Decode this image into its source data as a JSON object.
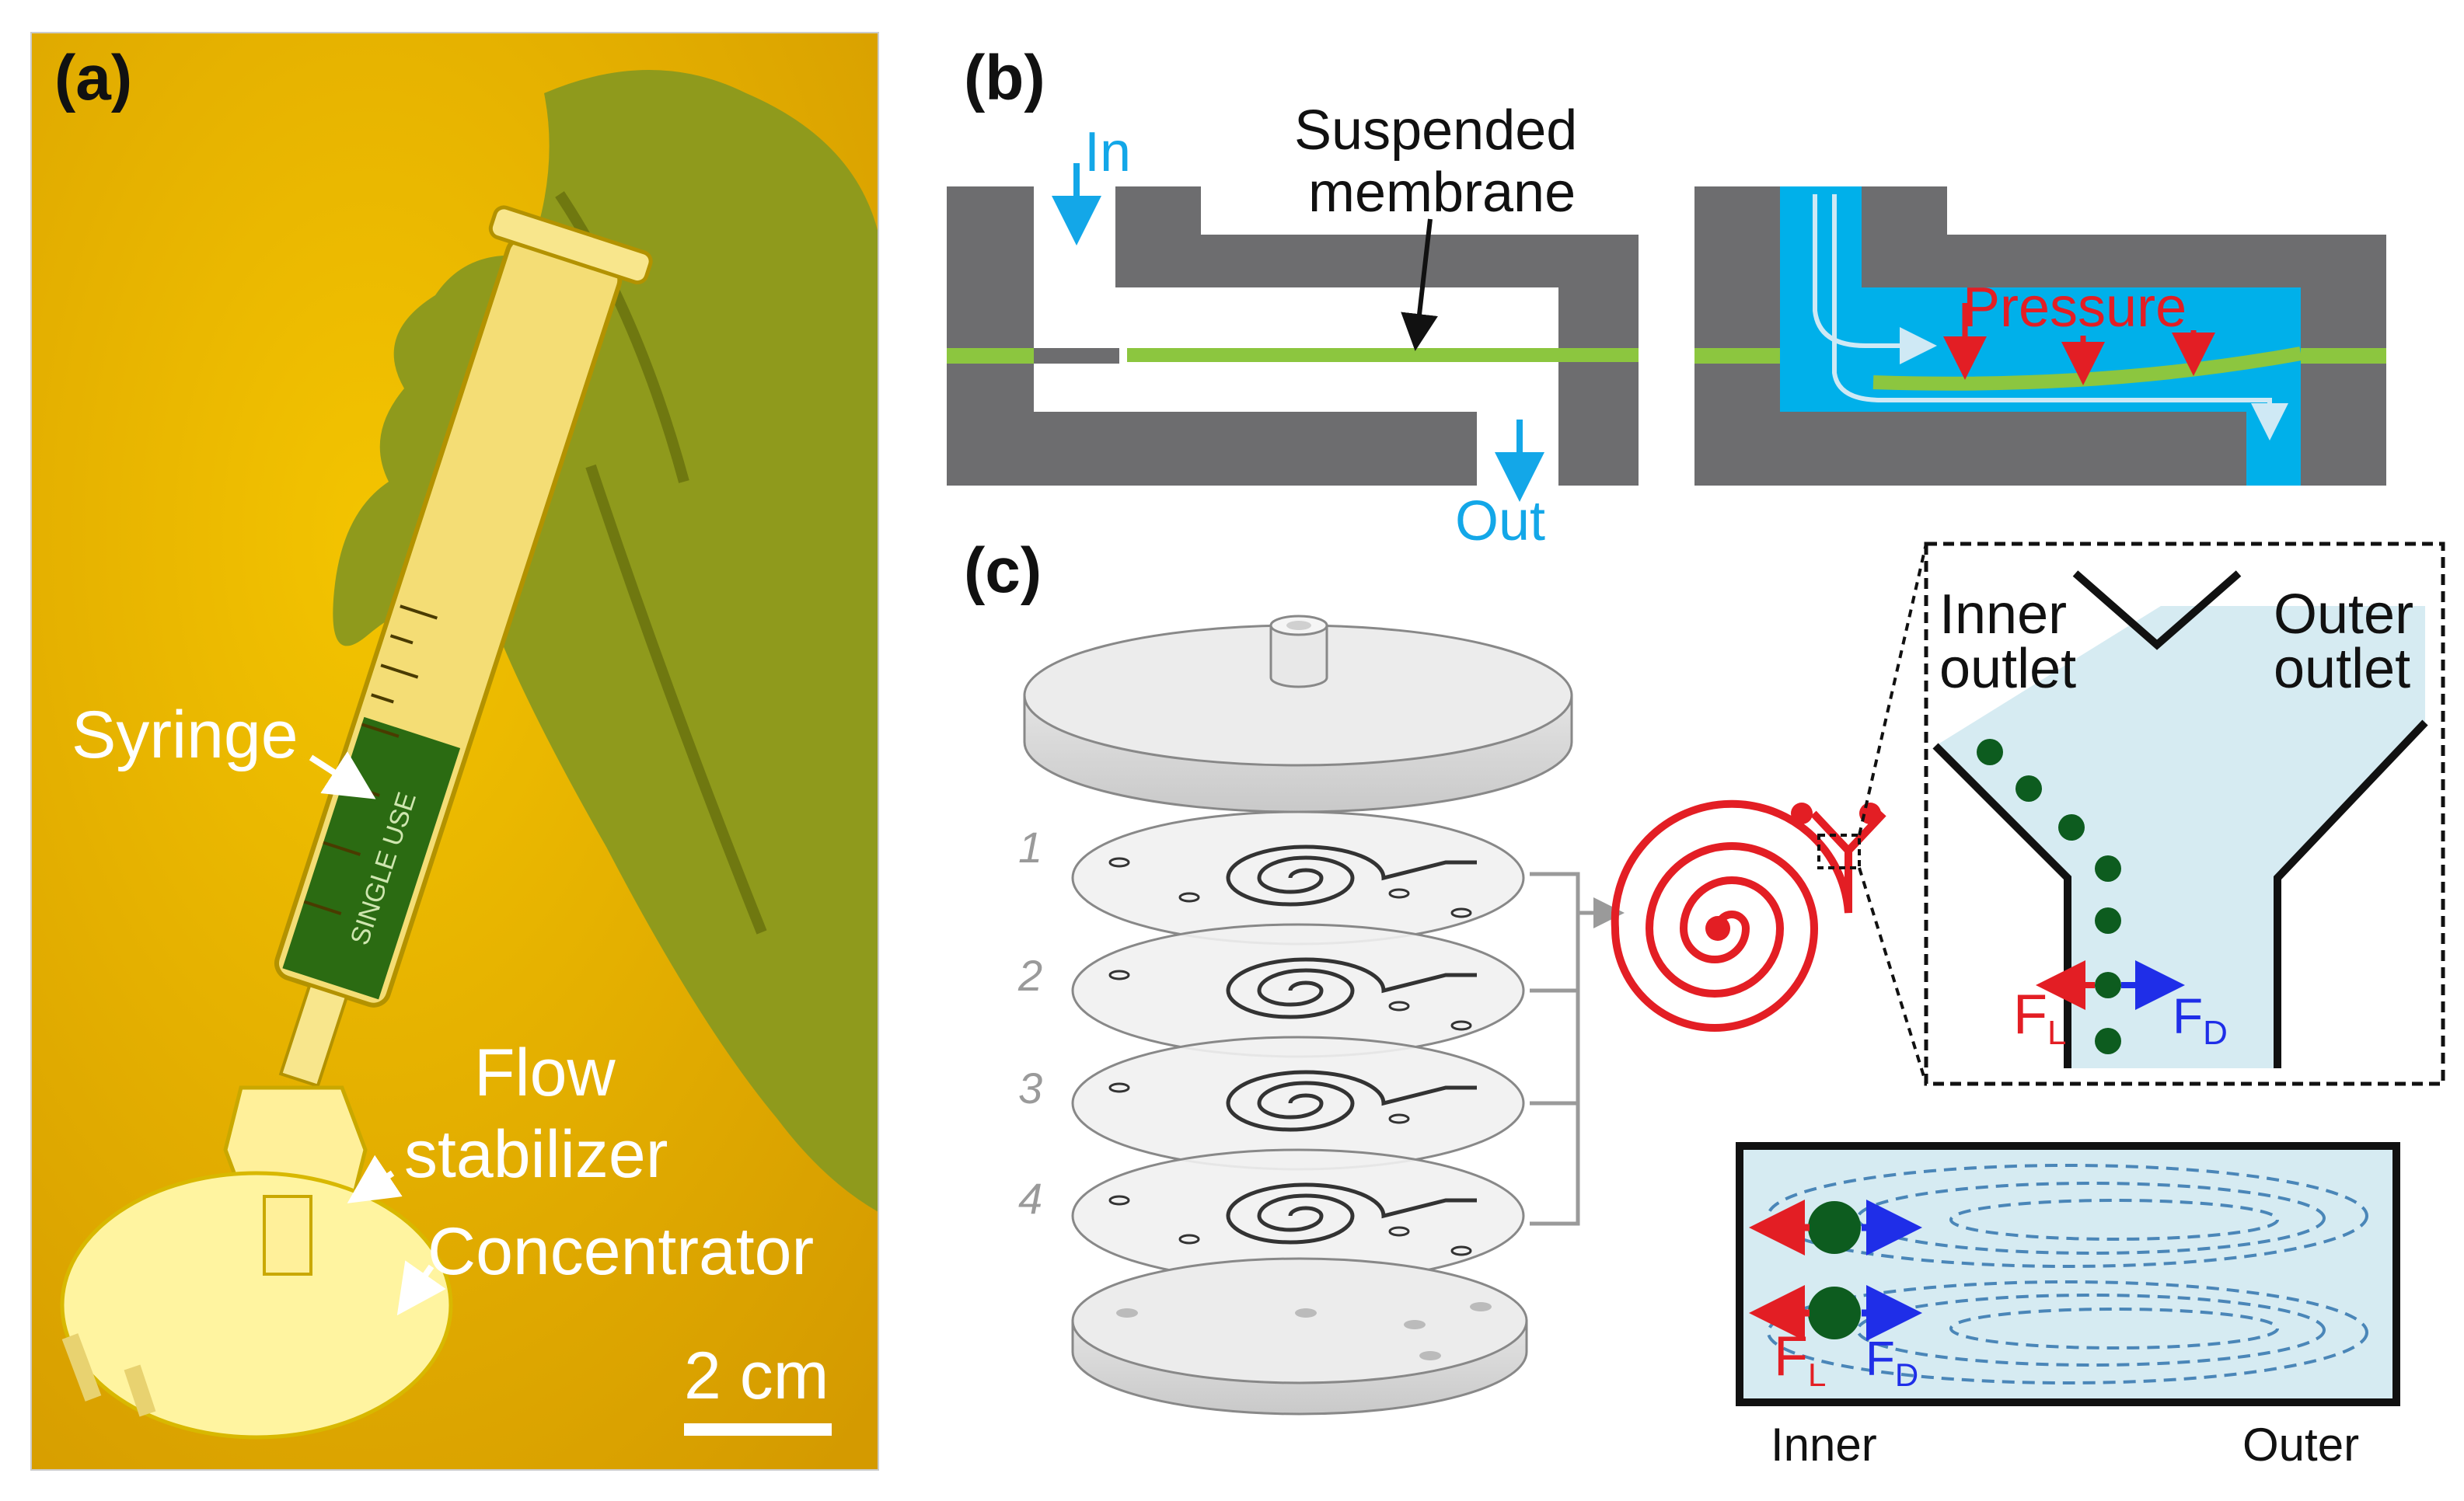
{
  "panels": {
    "a": {
      "letter": "(a)",
      "labels": {
        "syringe": "Syringe",
        "flow_line1": "Flow",
        "flow_line2": "stabilizer",
        "concentrator": "Concentrator",
        "scale_bar": "2 cm"
      },
      "syringe_print": "SINGLE USE",
      "colors": {
        "background": "#e8b400",
        "glove": "#8f9a1c",
        "liquid": "#2b6b12",
        "device": "#fff4a0"
      }
    },
    "b": {
      "letter": "(b)",
      "labels": {
        "inlet": "In",
        "outlet": "Out",
        "membrane_line1": "Suspended",
        "membrane_line2": "membrane",
        "pressure": "Pressure"
      },
      "colors": {
        "wall": "#6d6d6f",
        "membrane": "#8cc63f",
        "fluid": "#00b0ea",
        "arrow_blue": "#13a7e8",
        "arrow_red": "#e31e24"
      }
    },
    "c": {
      "letter": "(c)",
      "layer_numbers": [
        "1",
        "2",
        "3",
        "4"
      ],
      "zoom": {
        "inner_outlet_line1": "Inner",
        "inner_outlet_line2": "outlet",
        "outer_outlet_line1": "Outer",
        "outer_outlet_line2": "outlet",
        "lift_force": "F",
        "lift_sub": "L",
        "drag_force": "F",
        "drag_sub": "D"
      },
      "cross_section": {
        "lift_force": "F",
        "lift_sub": "L",
        "drag_force": "F",
        "drag_sub": "D",
        "inner_label": "Inner",
        "outer_label": "Outer"
      },
      "colors": {
        "spiral": "#e31e24",
        "channel_fill": "#d6ebf2",
        "particle": "#0d5c1f",
        "lift_arrow": "#e31e24",
        "drag_arrow": "#1f2ee8",
        "vortex": "#4a86b8"
      }
    }
  }
}
